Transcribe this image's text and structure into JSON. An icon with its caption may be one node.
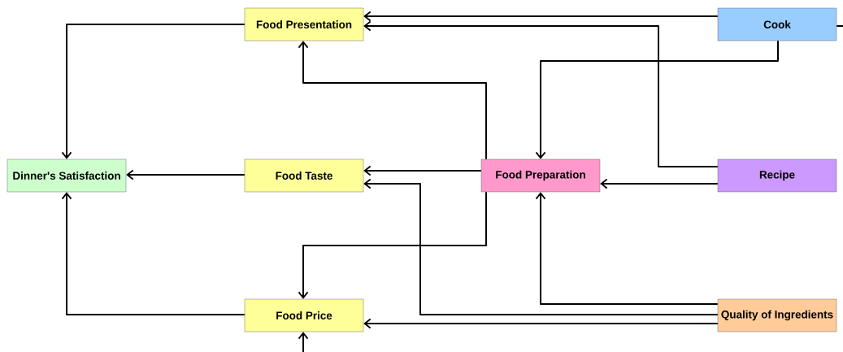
{
  "diagram": {
    "nodes": [
      {
        "text": [
          "Food Presentation"
        ]
      },
      {
        "text": [
          "Cook"
        ]
      },
      {
        "text": [
          "Dinner's Satisfaction"
        ]
      },
      {
        "text": [
          "Food Taste"
        ]
      },
      {
        "text": [
          "Food Preparation"
        ]
      },
      {
        "text": [
          "Recipe"
        ]
      },
      {
        "text": [
          "Food Price"
        ]
      },
      {
        "text": [
          "Quality of Ingredients"
        ]
      }
    ],
    "edges": [
      {
        "from": 1,
        "to": 0,
        "arrow": "to"
      },
      {
        "from": 5,
        "to": 0,
        "arrow": "to"
      },
      {
        "from": 1,
        "to": 4,
        "arrow": "to"
      },
      {
        "from": 4,
        "to": 0,
        "arrow": "to"
      },
      {
        "from": 0,
        "to": 2,
        "arrow": "to"
      },
      {
        "from": 4,
        "to": 3,
        "arrow": "to"
      },
      {
        "from": 3,
        "to": 2,
        "arrow": "to"
      },
      {
        "from": 5,
        "to": 4,
        "arrow": "to"
      },
      {
        "from": 4,
        "to": 6,
        "arrow": "to"
      },
      {
        "from": 7,
        "to": 4,
        "arrow": "to"
      },
      {
        "from": 7,
        "to": 3,
        "arrow": "to"
      },
      {
        "from": 7,
        "to": 6,
        "arrow": "to"
      },
      {
        "from": 6,
        "to": 2,
        "arrow": "to"
      },
      {
        "from": 1,
        "to": null,
        "arrow": "none"
      },
      {
        "from": null,
        "to": 6,
        "arrow": "to"
      }
    ]
  }
}
